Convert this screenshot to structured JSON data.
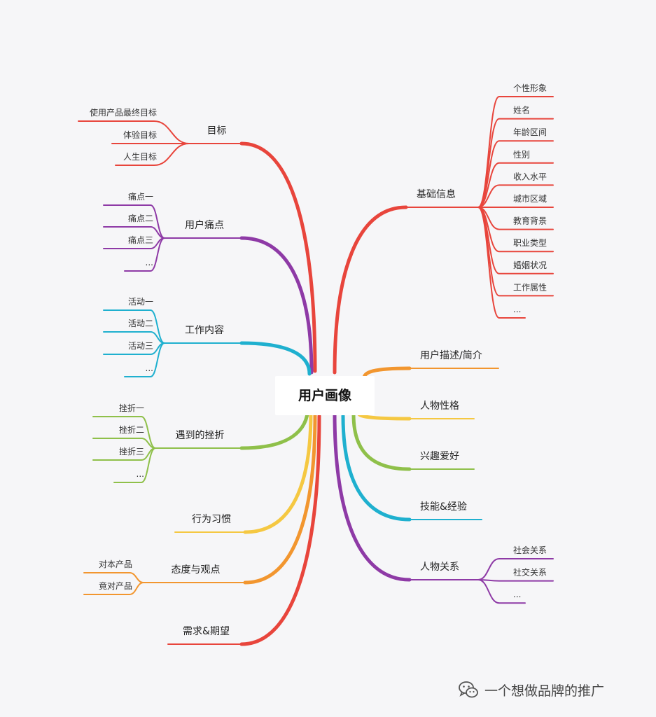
{
  "diagram": {
    "center": "用户画像",
    "left": [
      {
        "label": "目标",
        "color": "#e8453c",
        "children": [
          "使用产品最终目标",
          "体验目标",
          "人生目标"
        ]
      },
      {
        "label": "用户痛点",
        "color": "#8e3aa6",
        "children": [
          "痛点一",
          "痛点二",
          "痛点三",
          "..."
        ]
      },
      {
        "label": "工作内容",
        "color": "#1fb0cf",
        "children": [
          "活动一",
          "活动二",
          "活动三",
          "..."
        ]
      },
      {
        "label": "遇到的挫折",
        "color": "#8fc04a",
        "children": [
          "挫折一",
          "挫折二",
          "挫折三",
          "..."
        ]
      },
      {
        "label": "行为习惯",
        "color": "#f5c842",
        "children": []
      },
      {
        "label": "态度与观点",
        "color": "#f2962f",
        "children": [
          "对本产品",
          "竟对产品"
        ]
      },
      {
        "label": "需求&期望",
        "color": "#e8453c",
        "children": []
      }
    ],
    "right": [
      {
        "label": "基础信息",
        "color": "#e8453c",
        "children": [
          "个性形象",
          "姓名",
          "年龄区间",
          "性别",
          "收入水平",
          "城市区域",
          "教育背景",
          "职业类型",
          "婚姻状况",
          "工作属性",
          "..."
        ]
      },
      {
        "label": "用户描述/简介",
        "color": "#f2962f",
        "children": []
      },
      {
        "label": "人物性格",
        "color": "#f5c842",
        "children": []
      },
      {
        "label": "兴趣爱好",
        "color": "#8fc04a",
        "children": []
      },
      {
        "label": "技能&经验",
        "color": "#1fb0cf",
        "children": []
      },
      {
        "label": "人物关系",
        "color": "#8e3aa6",
        "children": [
          "社会关系",
          "社交关系",
          "..."
        ]
      }
    ]
  },
  "watermark": {
    "text": "一个想做品牌的推广",
    "icon": "wechat-icon"
  }
}
